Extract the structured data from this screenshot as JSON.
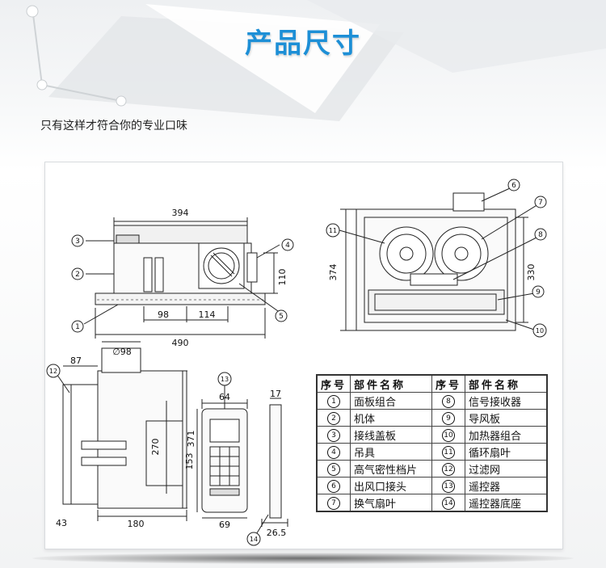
{
  "header": {
    "title": "产品尺寸",
    "subtitle": "只有这样才符合你的专业口味"
  },
  "colors": {
    "title": "#1d8fd6",
    "line": "#222222",
    "panel": "#ffffff"
  },
  "dimensions": {
    "front": {
      "width_top": "394",
      "width_bottom": "490",
      "left_seg": "98",
      "right_seg": "114",
      "height_right": "110"
    },
    "top": {
      "depth": "374",
      "inner": "330"
    },
    "side": {
      "flange": "87",
      "duct": "∅98",
      "height_inner": "270",
      "height_total": "371",
      "bottom_left": "43",
      "bottom": "180"
    },
    "remote": {
      "width": "64",
      "height": "153",
      "bottom": "69"
    },
    "base": {
      "width": "17",
      "bottom": "26.5"
    }
  },
  "callouts": {
    "c1": "1",
    "c2": "2",
    "c3": "3",
    "c4": "4",
    "c5": "5",
    "c6": "6",
    "c7": "7",
    "c8": "8",
    "c9": "9",
    "c10": "10",
    "c11": "11",
    "c12": "12",
    "c13": "13",
    "c14": "14"
  },
  "parts_table": {
    "col_num": "序号",
    "col_name": "部件名称",
    "rows": [
      {
        "l_num": "1",
        "l_name": "面板组合",
        "r_num": "8",
        "r_name": "信号接收器"
      },
      {
        "l_num": "2",
        "l_name": "机体",
        "r_num": "9",
        "r_name": "导风板"
      },
      {
        "l_num": "3",
        "l_name": "接线盖板",
        "r_num": "10",
        "r_name": "加热器组合"
      },
      {
        "l_num": "4",
        "l_name": "吊具",
        "r_num": "11",
        "r_name": "循环扇叶"
      },
      {
        "l_num": "5",
        "l_name": "高气密性档片",
        "r_num": "12",
        "r_name": "过滤网"
      },
      {
        "l_num": "6",
        "l_name": "出风口接头",
        "r_num": "13",
        "r_name": "遥控器"
      },
      {
        "l_num": "7",
        "l_name": "换气扇叶",
        "r_num": "14",
        "r_name": "遥控器底座"
      }
    ]
  }
}
